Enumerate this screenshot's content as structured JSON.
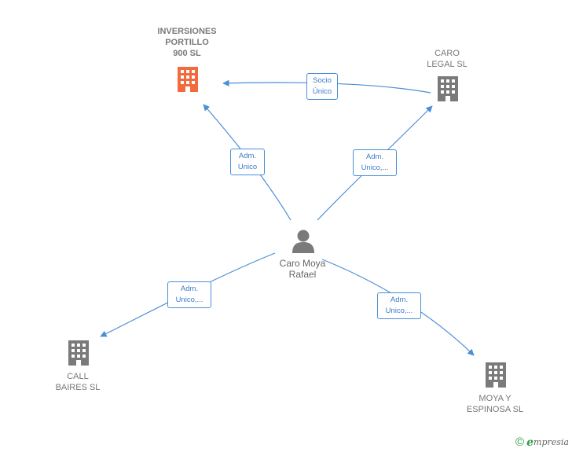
{
  "nodes": {
    "inversiones": {
      "label": "INVERSIONES\nPORTILLO\n900  SL",
      "icon": "building-icon",
      "color": "#f26a3d"
    },
    "caro_legal": {
      "label": "CARO\nLEGAL  SL",
      "icon": "building-icon",
      "color": "#7a7a7a"
    },
    "person": {
      "label": "Caro Moya\nRafael",
      "icon": "person-icon",
      "color": "#7a7a7a"
    },
    "call_baires": {
      "label": "CALL\nBAIRES SL",
      "icon": "building-icon",
      "color": "#7a7a7a"
    },
    "moya_espinosa": {
      "label": "MOYA Y\nESPINOSA  SL",
      "icon": "building-icon",
      "color": "#7a7a7a"
    }
  },
  "edges": {
    "socio_unico": {
      "label": "Socio\nÚnico"
    },
    "adm_unico": {
      "label": "Adm.\nUnico"
    },
    "adm_caro_legal": {
      "label": "Adm.\nUnico,..."
    },
    "adm_call_baires": {
      "label": "Adm.\nUnico,..."
    },
    "adm_moya": {
      "label": "Adm.\nUnico,..."
    }
  },
  "colors": {
    "edge": "#4a8fd6",
    "edge_text": "#3d7cc9",
    "brand": "#2e9a44"
  },
  "footer": {
    "copyright": "©",
    "brand_first": "e",
    "brand_rest": "mpresia"
  }
}
